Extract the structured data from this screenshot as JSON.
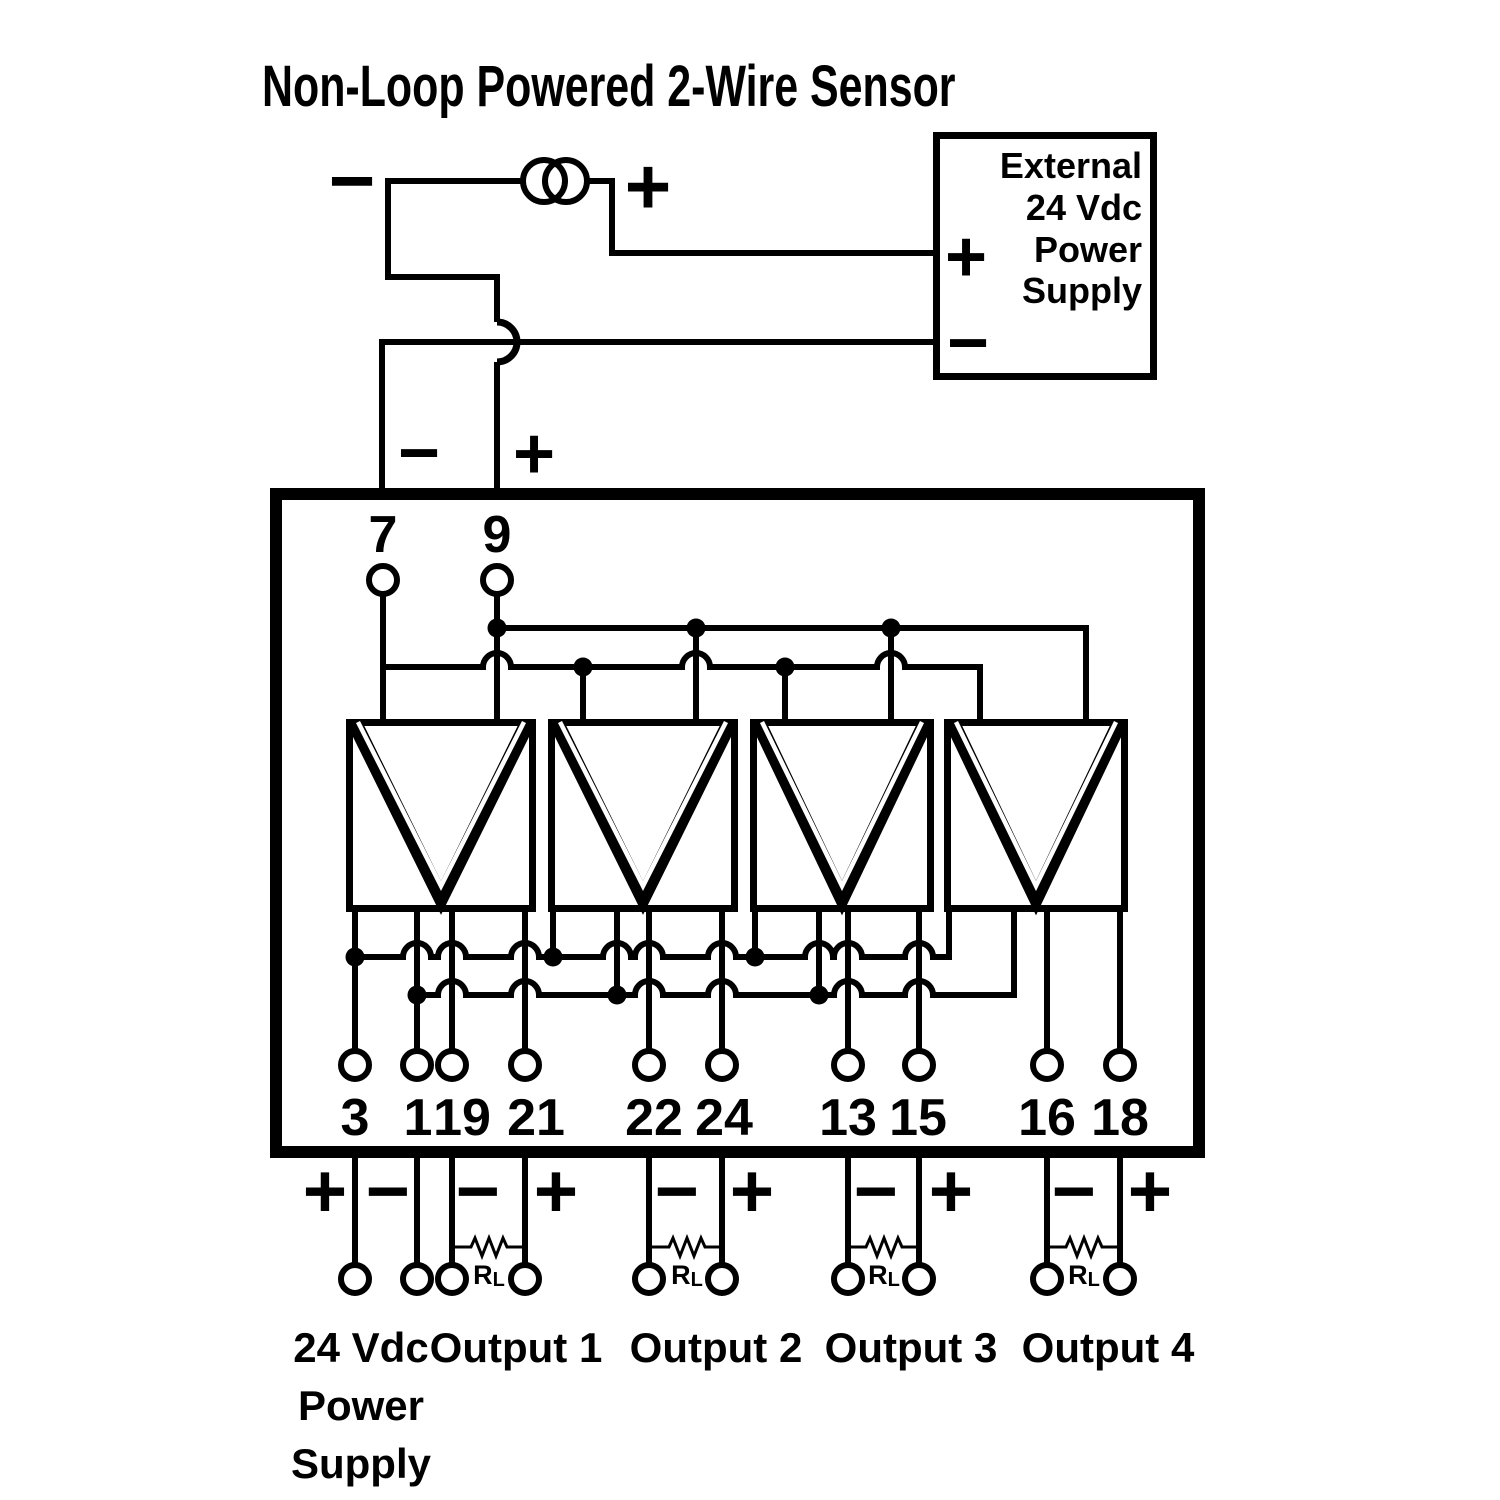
{
  "title": "Non-Loop Powered 2-Wire Sensor",
  "colors": {
    "ink": "#000000",
    "paper": "#ffffff"
  },
  "symbols": {
    "plus": "+",
    "minus": "−"
  },
  "external_supply": {
    "line1": "External",
    "line2": "24 Vdc",
    "line3": "Power",
    "line4": "Supply"
  },
  "board": {
    "top_terminals": [
      "7",
      "9"
    ],
    "bottom_terminals": [
      "3",
      "1",
      "19",
      "21",
      "22",
      "24",
      "13",
      "15",
      "16",
      "18"
    ]
  },
  "resistor": {
    "main": "R",
    "sub": "L"
  },
  "groups": {
    "supply": {
      "line1": "24 Vdc",
      "line2": "Power",
      "line3": "Supply"
    },
    "outputs": [
      "Output 1",
      "Output 2",
      "Output 3",
      "Output 4"
    ]
  }
}
